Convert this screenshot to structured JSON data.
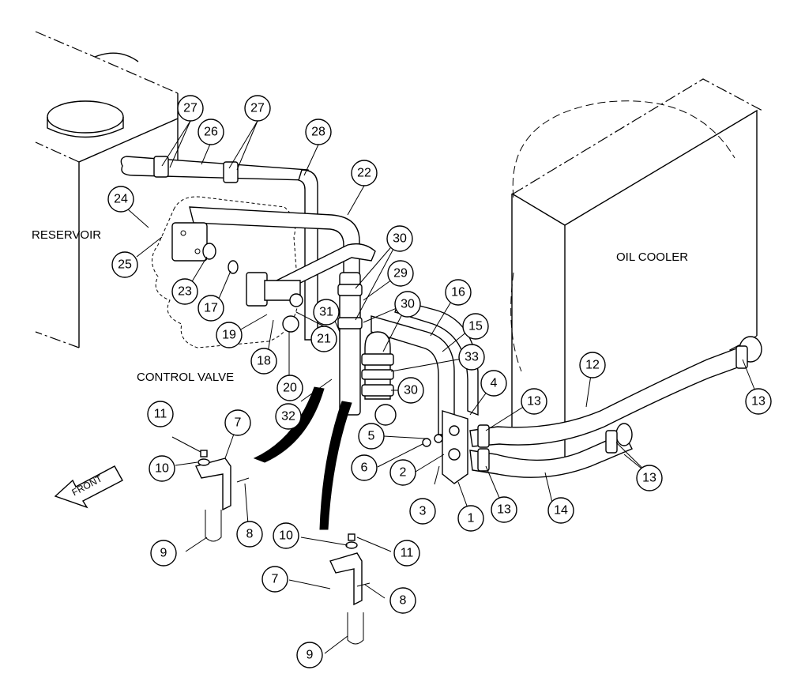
{
  "labels": {
    "reservoir": "RESERVOIR",
    "oil_cooler": "OIL COOLER",
    "control_valve": "CONTROL VALVE",
    "front": "FRONT"
  },
  "callouts": {
    "c27a": "27",
    "c27b": "27",
    "c26": "26",
    "c28": "28",
    "c22": "22",
    "c24": "24",
    "c25": "25",
    "c23": "23",
    "c17": "17",
    "c19": "19",
    "c18": "18",
    "c20": "20",
    "c21": "21",
    "c31": "31",
    "c30a": "30",
    "c29": "29",
    "c30b": "30",
    "c16": "16",
    "c15": "15",
    "c33": "33",
    "c30c": "30",
    "c32": "32",
    "c4": "4",
    "c13a": "13",
    "c12": "12",
    "c13b": "13",
    "c5": "5",
    "c6": "6",
    "c2": "2",
    "c3": "3",
    "c1": "1",
    "c13c": "13",
    "c14": "14",
    "c13d": "13",
    "c11a": "11",
    "c10a": "10",
    "c7a": "7",
    "c8a": "8",
    "c9a": "9",
    "c10b": "10",
    "c11b": "11",
    "c7b": "7",
    "c8b": "8",
    "c9b": "9"
  }
}
